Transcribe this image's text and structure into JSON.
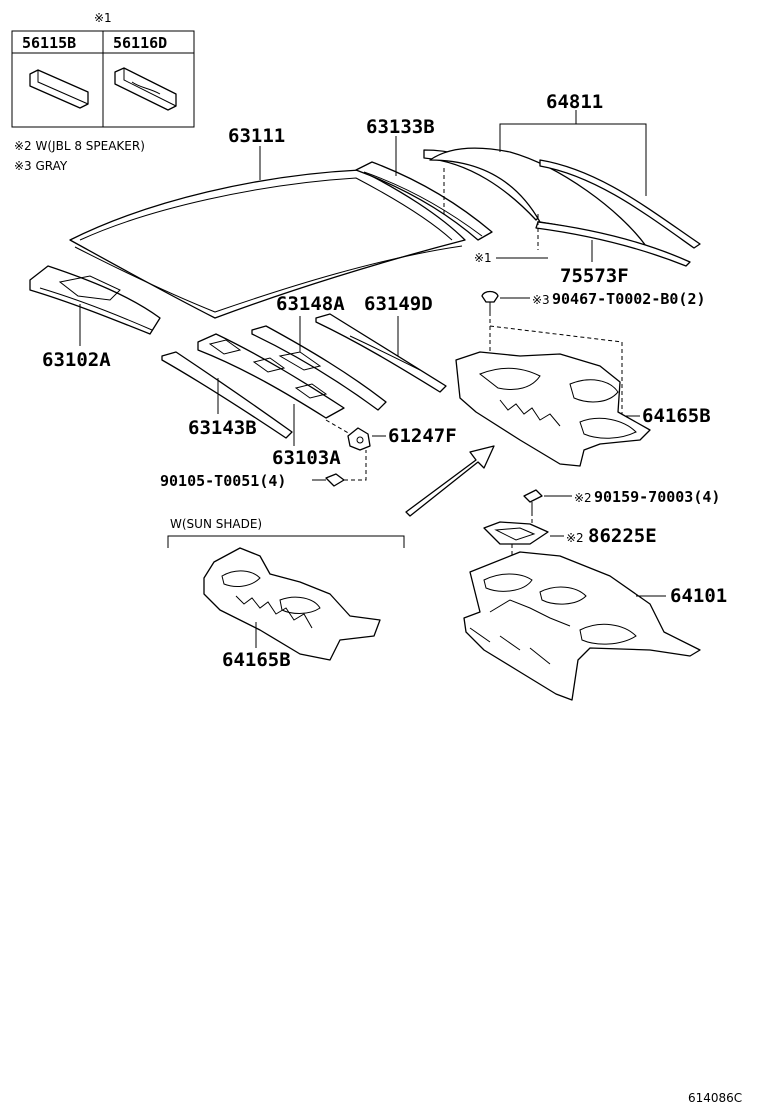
{
  "inset_table": {
    "note": "※1",
    "col1": "56115B",
    "col2": "56116D"
  },
  "notes": {
    "note2": "※2 W(JBL 8 SPEAKER)",
    "note3": "※3 GRAY",
    "sun_shade": "W(SUN SHADE)"
  },
  "parts": {
    "roof_panel": "63111",
    "reinforcement_front": "63133B",
    "glass_assy": "64811",
    "header_front": "63102A",
    "reinf_a": "63148A",
    "reinf_d": "63149D",
    "cap_marker": "※1",
    "moulding": "75573F",
    "clip_marker": "※3",
    "clip": "90467-T0002-B0(2)",
    "bow_b": "63143B",
    "bow_a": "63103A",
    "bracket": "61247F",
    "bolt": "90105-T0051(4)",
    "package_tray_trim": "64165B",
    "screw_marker": "※2",
    "screw": "90159-70003(4)",
    "speaker_bracket_marker": "※2",
    "speaker_bracket": "86225E",
    "package_tray": "64101",
    "sunshade_tray_trim": "64165B",
    "drawing_code": "614086C"
  }
}
